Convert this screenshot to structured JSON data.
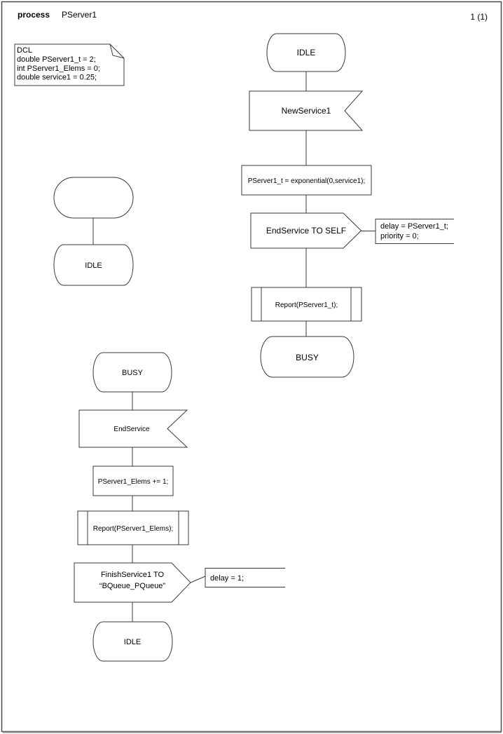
{
  "header": {
    "kind_label": "process",
    "name": "PServer1",
    "page_number": "1 (1)"
  },
  "declarations": {
    "lines": [
      "DCL",
      "double PServer1_t = 2;",
      "int PServer1_Elems = 0;",
      "double service1 = 0.25;"
    ]
  },
  "start_flow": {
    "initial_state": "IDLE"
  },
  "flow1": {
    "from_state": "IDLE",
    "input_signal": "NewService1",
    "task": "PServer1_t = exponential(0,service1);",
    "output_signal": "EndService TO SELF",
    "comment_lines": [
      "delay = PServer1_t;",
      "priority = 0;"
    ],
    "procedure_call": "Report(PServer1_t);",
    "next_state": "BUSY"
  },
  "flow2": {
    "from_state": "BUSY",
    "input_signal": "EndService",
    "task": "PServer1_Elems += 1;",
    "procedure_call": "Report(PServer1_Elems);",
    "output_lines": [
      "FinishService1 TO",
      "“BQueue_PQueue”"
    ],
    "comment_lines": [
      "delay = 1;"
    ],
    "next_state": "IDLE"
  },
  "colors": {
    "stroke": "#3a3a3a",
    "background": "#ffffff"
  }
}
